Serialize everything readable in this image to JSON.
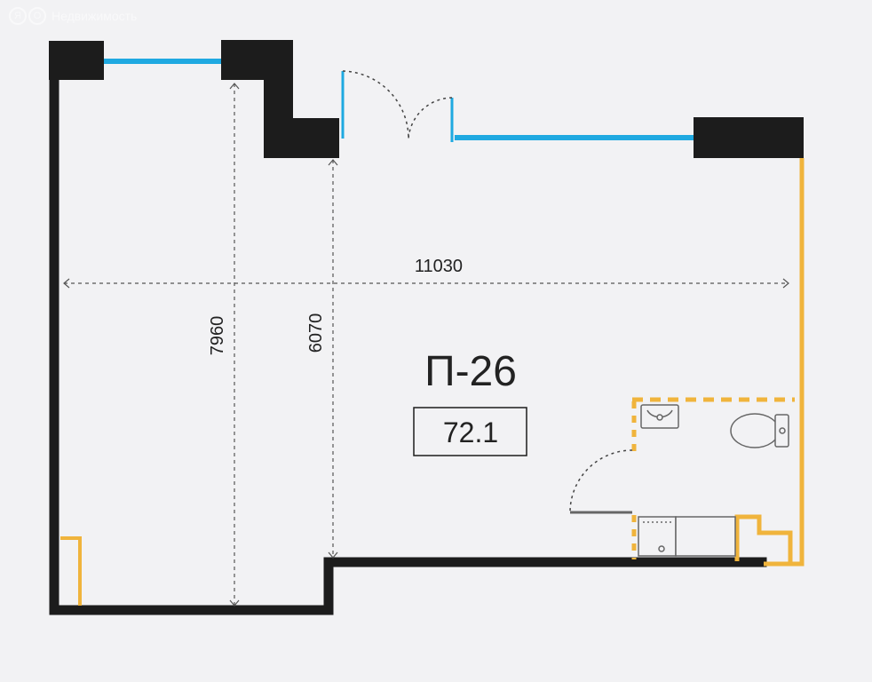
{
  "watermark": {
    "text": "Недвижимость",
    "logo_glyph_1": "Я",
    "logo_glyph_2": "О"
  },
  "unit": {
    "name": "П-26",
    "area": "72.1"
  },
  "dimensions": {
    "width_label": "11030",
    "height_left_label": "7960",
    "height_right_label": "6070"
  },
  "colors": {
    "background": "#f2f2f4",
    "wall": "#1c1c1c",
    "window": "#1fa9e1",
    "partition": "#f0b43c",
    "dimension_line": "#555555"
  },
  "icons": [
    "sink-icon",
    "toilet-icon",
    "shower-icon",
    "door-swing-icon"
  ]
}
